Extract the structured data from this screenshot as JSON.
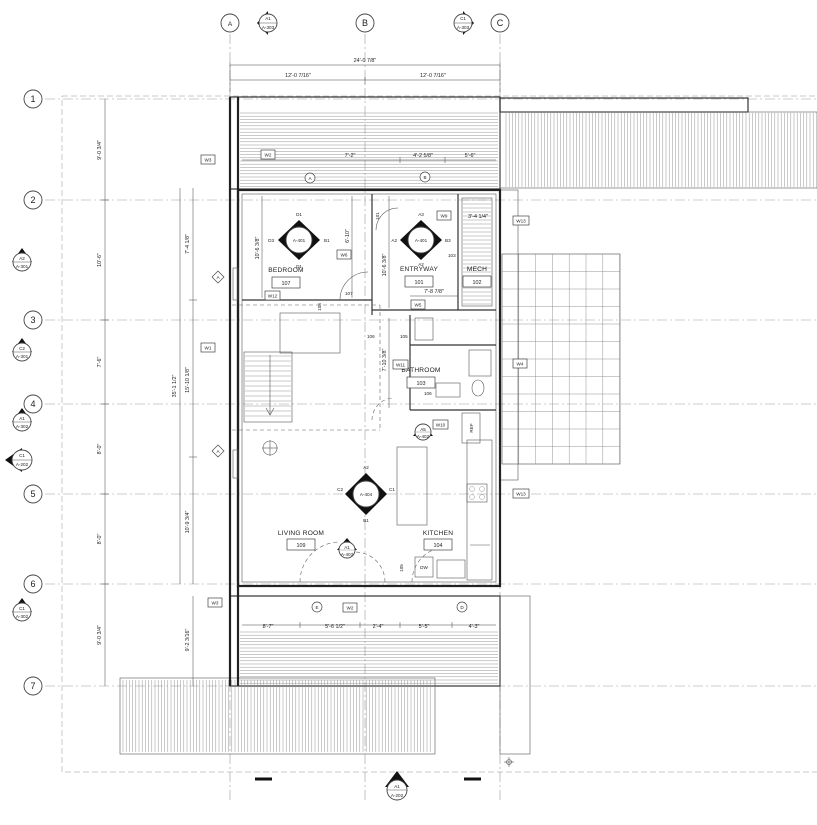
{
  "column_grid": [
    {
      "label": "A"
    },
    {
      "label": "B"
    },
    {
      "label": "C"
    }
  ],
  "row_grid": [
    {
      "label": "1"
    },
    {
      "label": "2"
    },
    {
      "label": "3"
    },
    {
      "label": "4"
    },
    {
      "label": "5"
    },
    {
      "label": "6"
    },
    {
      "label": "7"
    }
  ],
  "rooms": [
    {
      "name": "BEDROOM",
      "number": "107"
    },
    {
      "name": "ENTRYWAY",
      "number": "101"
    },
    {
      "name": "MECH",
      "number": "102"
    },
    {
      "name": "BATHROOM",
      "number": "103"
    },
    {
      "name": "LIVING ROOM",
      "number": "109"
    },
    {
      "name": "KITCHEN",
      "number": "104"
    }
  ],
  "dimensions": {
    "overall_width": "24'-0 7/8\"",
    "half_left": "12'-0 7/16\"",
    "half_right": "12'-0 7/16\"",
    "row_1_2": "9'-0 3/4\"",
    "row_2_3": "10'-6\"",
    "row_3_4": "7'-6\"",
    "row_4_5": "8'-0\"",
    "row_5_6": "8'-0\"",
    "row_6_7": "9'-0 3/4\"",
    "overall_height": "35'-1 1/2\"",
    "bedroom_vert_upper": "7'-4 1/8\"",
    "bedroom_vert_lower": "15'-10 1/8\"",
    "living_vert": "10'-9 3/4\"",
    "deck_vert": "9'-2 3/16\"",
    "top_deck_1": "7'-2\"",
    "top_deck_2": "4'-2 5/8\"",
    "top_deck_3": "5'-6\"",
    "bedroom_inner": "10'-6 3/8\"",
    "bedroom_width": "6'-10\"",
    "entry_inner": "10'-6 3/8\"",
    "mech_width": "3'-4 1/4\"",
    "entry_width": "7'-8 7/8\"",
    "bath_vert": "7'-10 3/8\"",
    "bottom_1": "8'-7\"",
    "bottom_2": "5'-6 1/2\"",
    "bottom_3": "2'-4\"",
    "bottom_4": "5'-5\"",
    "bottom_5": "4'-3\""
  },
  "windows": {
    "w1": "W1",
    "w2": "W2",
    "w3": "W3",
    "w4": "W4",
    "w5": "W5",
    "w6": "W6",
    "w9": "W9",
    "w10": "W10",
    "w11": "W11",
    "w12": "W12",
    "w13": "W13"
  },
  "doors": {
    "d101": "101",
    "d103": "103",
    "d105": "105",
    "d106": "106",
    "d107": "107",
    "d108": "108",
    "d109": "109",
    "d105b": "105"
  },
  "elevation_markers": [
    {
      "code": "A-401",
      "top": "D1",
      "left": "D3",
      "right": "B1",
      "bottom": "D1"
    },
    {
      "code": "A-401",
      "top": "A3",
      "left": "A2",
      "right": "B3",
      "bottom": "A2"
    },
    {
      "code": "A-404",
      "top": "A2",
      "left": "C2",
      "right": "C1",
      "bottom": "B1"
    }
  ],
  "section_markers": [
    {
      "ref": "A1",
      "sheet": "A-303"
    },
    {
      "ref": "C1",
      "sheet": "A-303"
    },
    {
      "ref": "A2",
      "sheet": "A-301"
    },
    {
      "ref": "C2",
      "sheet": "A-301"
    },
    {
      "ref": "A1",
      "sheet": "A-302"
    },
    {
      "ref": "C1",
      "sheet": "A-202"
    },
    {
      "ref": "C1",
      "sheet": "A-302"
    },
    {
      "ref": "A1",
      "sheet": "A-202"
    }
  ],
  "interior_tags": [
    {
      "ref": "A5",
      "sheet": "A-402"
    },
    {
      "ref": "A1",
      "sheet": "A-403"
    }
  ],
  "wall_types": [
    "A",
    "B",
    "A",
    "A",
    "E",
    "D"
  ],
  "appliances": {
    "dw": "DW",
    "ref": "REF"
  }
}
